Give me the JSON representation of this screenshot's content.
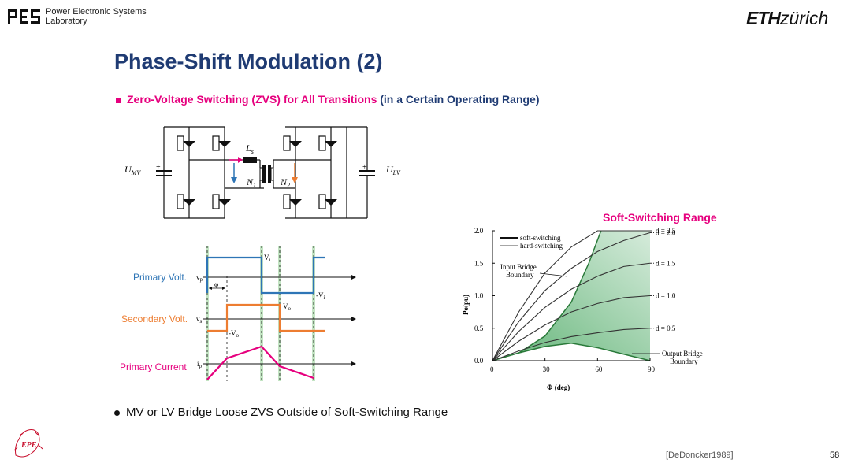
{
  "header": {
    "lab_name_line1": "Power Electronic Systems",
    "lab_name_line2": "Laboratory",
    "eth_logo_bold": "ETH",
    "eth_logo_light": "zürich"
  },
  "slide": {
    "title": "Phase-Shift Modulation (2)",
    "bullet1_highlight": "Zero-Voltage Switching (ZVS) for All Transitions",
    "bullet1_rest": " (in a Certain Operating Range)",
    "bullet2": "MV or LV Bridge Loose ZVS Outside of Soft-Switching Range",
    "citation": "[DeDoncker1989]",
    "page_number": "58"
  },
  "circuit": {
    "u_mv": "U",
    "u_mv_sub": "MV",
    "u_lv": "U",
    "u_lv_sub": "LV",
    "ls": "L",
    "ls_sub": "s",
    "n1": "N",
    "n1_sub": "1",
    "n2": "N",
    "n2_sub": "2",
    "plus": "+"
  },
  "waveforms": {
    "primary_volt_label": "Primary Volt.",
    "secondary_volt_label": "Secondary Volt.",
    "primary_current_label": "Primary Current",
    "vp": "v",
    "vp_sub": "p",
    "vs": "v",
    "vs_sub": "s",
    "ip": "i",
    "ip_sub": "p",
    "vi": "V",
    "vi_sub": "i",
    "neg_vi": "-V",
    "vo": "V",
    "vo_sub": "o",
    "neg_vo": "-V",
    "phi": "φ",
    "colors": {
      "primary": "#2e75b6",
      "secondary": "#ed7d31",
      "current": "#e6007e"
    }
  },
  "chart_data": {
    "type": "line",
    "title": "Soft-Switching Range",
    "xlabel": "Φ  (deg)",
    "ylabel": "Po(pu)",
    "xlim": [
      0,
      90
    ],
    "ylim": [
      0,
      2.0
    ],
    "x_ticks": [
      "0",
      "30",
      "60",
      "90"
    ],
    "y_ticks": [
      "0.0",
      "0.5",
      "1.0",
      "1.5",
      "2.0"
    ],
    "legend": [
      "soft-switching",
      "hard-switching"
    ],
    "annotations": [
      "Input Bridge",
      "Boundary",
      "Output Bridge",
      "Boundary"
    ],
    "series": [
      {
        "name": "d = 2.5",
        "x": [
          0,
          15,
          30,
          45,
          60,
          75,
          90
        ],
        "y": [
          0,
          0.75,
          1.35,
          1.75,
          2.05,
          2.25,
          2.35
        ]
      },
      {
        "name": "d = 2.0",
        "x": [
          0,
          15,
          30,
          45,
          60,
          75,
          90
        ],
        "y": [
          0,
          0.6,
          1.08,
          1.42,
          1.68,
          1.85,
          1.97
        ]
      },
      {
        "name": "d = 1.5",
        "x": [
          0,
          15,
          30,
          45,
          60,
          75,
          90
        ],
        "y": [
          0,
          0.45,
          0.82,
          1.1,
          1.3,
          1.45,
          1.5
        ]
      },
      {
        "name": "d = 1.0",
        "x": [
          0,
          15,
          30,
          45,
          60,
          75,
          90
        ],
        "y": [
          0,
          0.3,
          0.55,
          0.75,
          0.88,
          0.97,
          1.0
        ]
      },
      {
        "name": "d = 0.5",
        "x": [
          0,
          15,
          30,
          45,
          60,
          75,
          90
        ],
        "y": [
          0,
          0.15,
          0.28,
          0.37,
          0.43,
          0.48,
          0.5
        ]
      }
    ],
    "boundaries": {
      "input_bridge": {
        "x": [
          0,
          15,
          30,
          45,
          55,
          62
        ],
        "y": [
          0,
          0.12,
          0.38,
          0.9,
          1.5,
          2.05
        ]
      },
      "output_bridge": {
        "x": [
          0,
          15,
          30,
          45,
          60,
          75,
          90
        ],
        "y": [
          0,
          0.12,
          0.22,
          0.27,
          0.2,
          0.1,
          0
        ]
      }
    },
    "colors": {
      "region": "#2e9b4a",
      "title": "#e6007e"
    }
  }
}
